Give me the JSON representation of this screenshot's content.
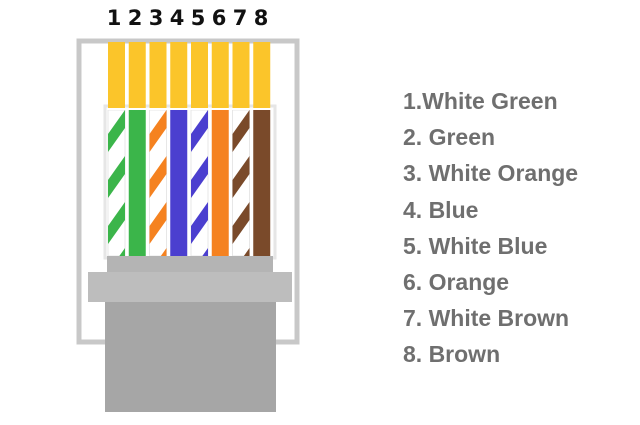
{
  "pin_numbers": [
    "1",
    "2",
    "3",
    "4",
    "5",
    "6",
    "7",
    "8"
  ],
  "legend": [
    "1.White Green",
    "2. Green",
    "3. White Orange",
    "4. Blue",
    "5. White Blue",
    "6. Orange",
    "7.  White Brown",
    "8. Brown"
  ],
  "wires": [
    {
      "pin": 1,
      "color": "#3bb54a",
      "striped": true
    },
    {
      "pin": 2,
      "color": "#3bb54a",
      "striped": false
    },
    {
      "pin": 3,
      "color": "#f58220",
      "striped": true
    },
    {
      "pin": 4,
      "color": "#4b3fcf",
      "striped": false
    },
    {
      "pin": 5,
      "color": "#4b3fcf",
      "striped": true
    },
    {
      "pin": 6,
      "color": "#f58220",
      "striped": false
    },
    {
      "pin": 7,
      "color": "#7a4a2a",
      "striped": true
    },
    {
      "pin": 8,
      "color": "#7a4a2a",
      "striped": false
    }
  ],
  "colors": {
    "gold_contact": "#fbc52a",
    "connector_outline": "#c8c8c8",
    "boot": "#a6a6a6",
    "collar": "#bdbdbd",
    "label_text": "#6f6f6f"
  }
}
